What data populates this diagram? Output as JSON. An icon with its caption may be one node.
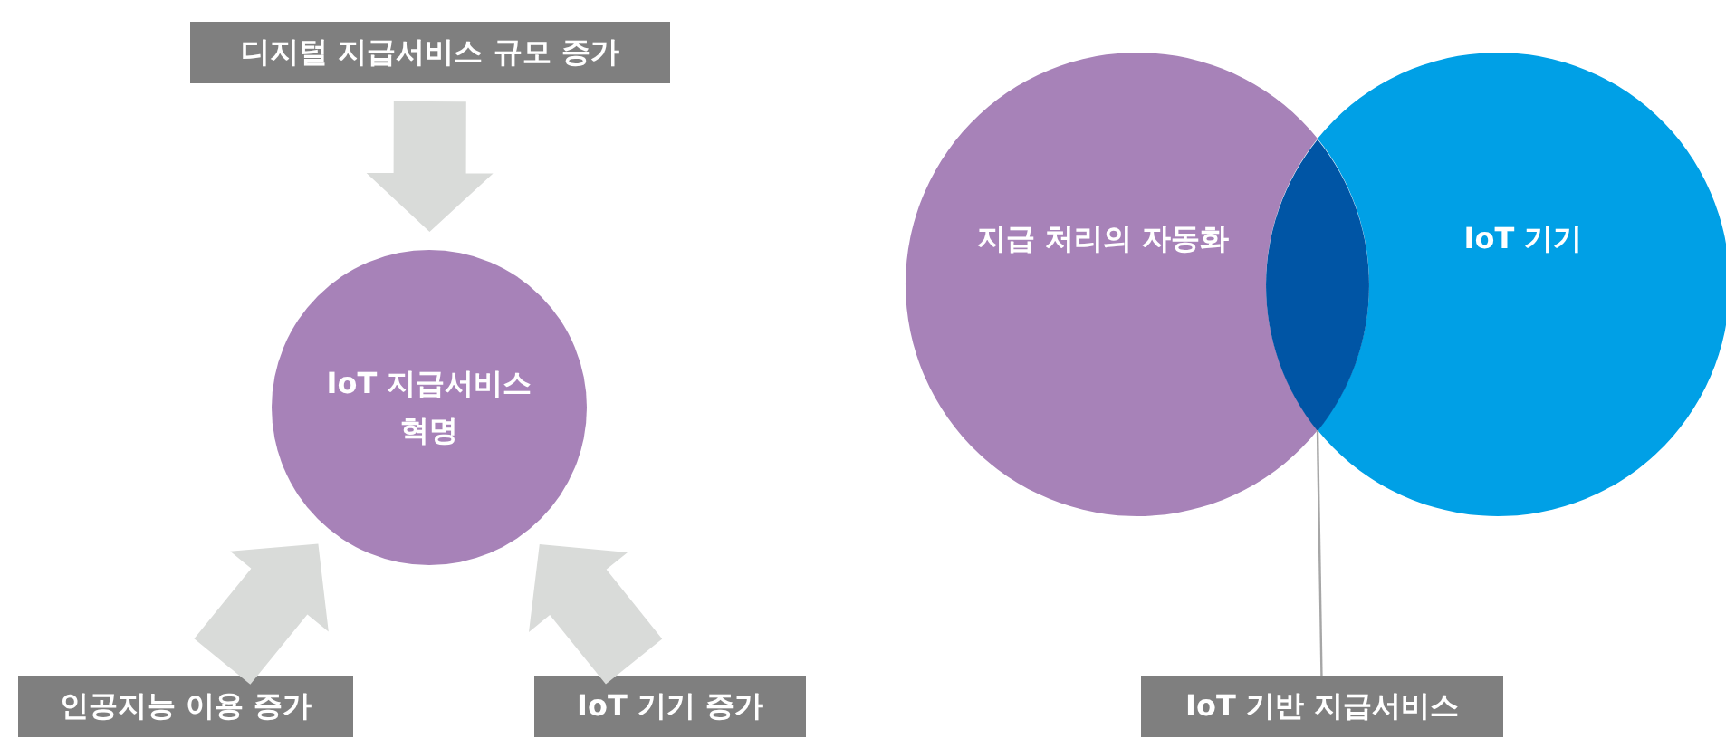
{
  "diagram": {
    "nodes": [
      {
        "text": [
          "디지털 지급서비스 규모 증가"
        ]
      },
      {
        "text": [
          "IoT 지급서비스 혁명"
        ]
      },
      {
        "text": [
          "인공지능 이용 증가"
        ]
      },
      {
        "text": [
          "IoT 기기 증가"
        ]
      },
      {
        "text": [
          "지급 처리의 자동화"
        ]
      },
      {
        "text": [
          "IoT 기기"
        ]
      },
      {
        "text": [],
        "shape": "lens"
      },
      {
        "text": [
          "IoT 기반 지급서비스"
        ]
      }
    ],
    "edges": [
      {
        "from": 0,
        "to": 1,
        "arrow": "to"
      },
      {
        "from": 2,
        "to": 1,
        "arrow": "to"
      },
      {
        "from": 3,
        "to": 1,
        "arrow": "to"
      },
      {
        "from": 7,
        "to": 6,
        "arrow": "none"
      }
    ]
  }
}
